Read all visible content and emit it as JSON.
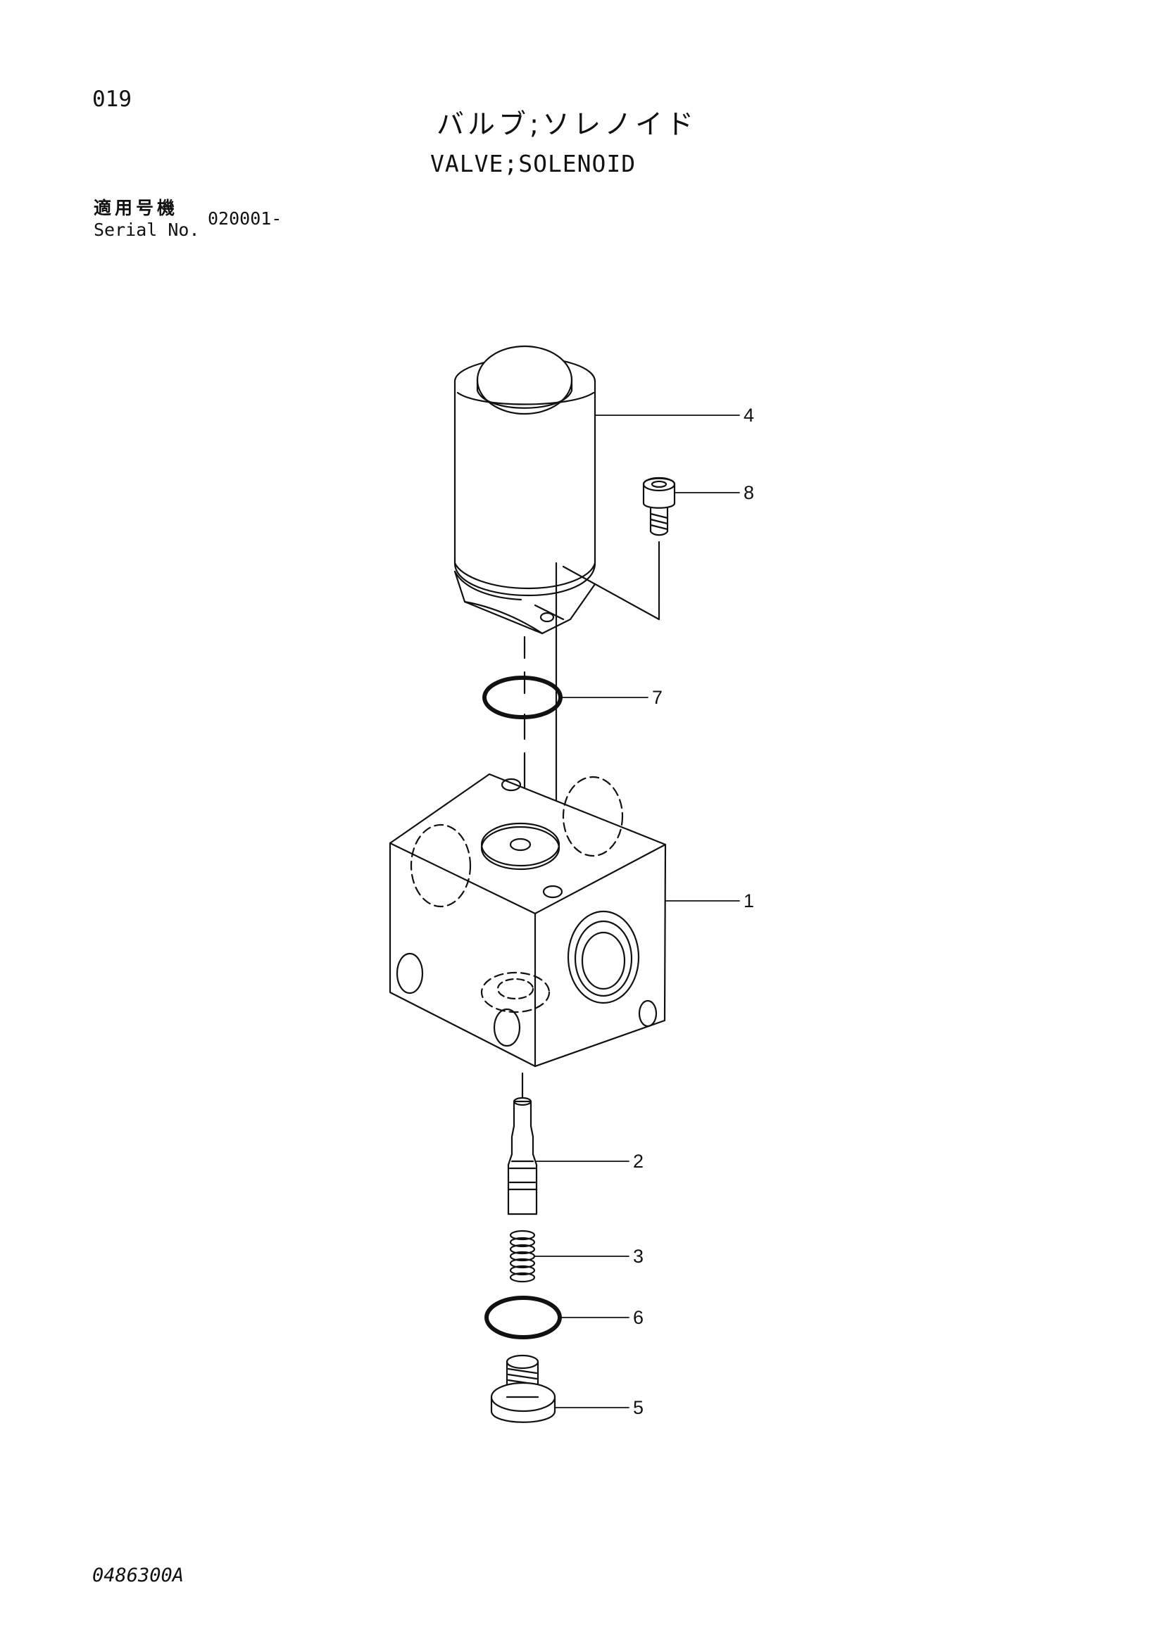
{
  "header": {
    "page_number": "019",
    "title_ja": "バルブ;ソレノイド",
    "title_en": "VALVE;SOLENOID",
    "serial_label_ja": "適用号機",
    "serial_label_en": "Serial No.",
    "serial_value": "020001-"
  },
  "callouts": [
    "1",
    "2",
    "3",
    "4",
    "5",
    "6",
    "7",
    "8"
  ],
  "footer": {
    "doc_code": "0486300A"
  }
}
